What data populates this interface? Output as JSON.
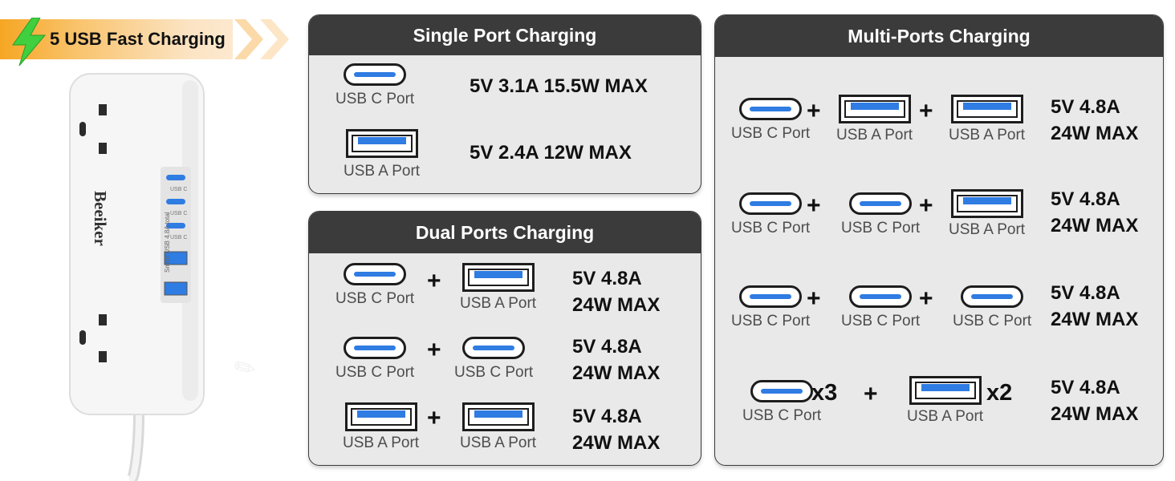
{
  "banner": {
    "label": "5 USB Fast Charging"
  },
  "product": {
    "brand": "Beeiker",
    "side_text": "Smart USB 4.8A total",
    "port_labels": [
      "USB C",
      "USB C",
      "USB C"
    ]
  },
  "single": {
    "title": "Single Port Charging",
    "rows": [
      {
        "port": "USB C Port",
        "spec": "5V 3.1A 15.5W MAX"
      },
      {
        "port": "USB A Port",
        "spec": "5V 2.4A 12W MAX"
      }
    ]
  },
  "dual": {
    "title": "Dual Ports Charging",
    "rows": [
      {
        "left": "USB C Port",
        "right": "USB A Port",
        "spec1": "5V 4.8A",
        "spec2": "24W MAX"
      },
      {
        "left": "USB C Port",
        "right": "USB C Port",
        "spec1": "5V 4.8A",
        "spec2": "24W MAX"
      },
      {
        "left": "USB A Port",
        "right": "USB A Port",
        "spec1": "5V 4.8A",
        "spec2": "24W MAX"
      }
    ]
  },
  "multi": {
    "title": "Multi-Ports Charging",
    "rows": [
      {
        "p1": "USB C Port",
        "p2": "USB A Port",
        "p3": "USB A Port",
        "spec1": "5V 4.8A",
        "spec2": "24W MAX"
      },
      {
        "p1": "USB C Port",
        "p2": "USB C Port",
        "p3": "USB A Port",
        "spec1": "5V 4.8A",
        "spec2": "24W MAX"
      },
      {
        "p1": "USB C Port",
        "p2": "USB C Port",
        "p3": "USB C Port",
        "spec1": "5V 4.8A",
        "spec2": "24W MAX"
      }
    ],
    "last": {
      "c": "USB C Port",
      "c_count": "x3",
      "a": "USB A Port",
      "a_count": "x2",
      "spec1": "5V 4.8A",
      "spec2": "24W MAX"
    }
  },
  "symbols": {
    "plus": "+"
  },
  "colors": {
    "accent_blue": "#2f7ce3",
    "header_dark": "#3b3b3b",
    "banner_orange": "#f6a623",
    "bolt_green": "#3fcf3f"
  }
}
